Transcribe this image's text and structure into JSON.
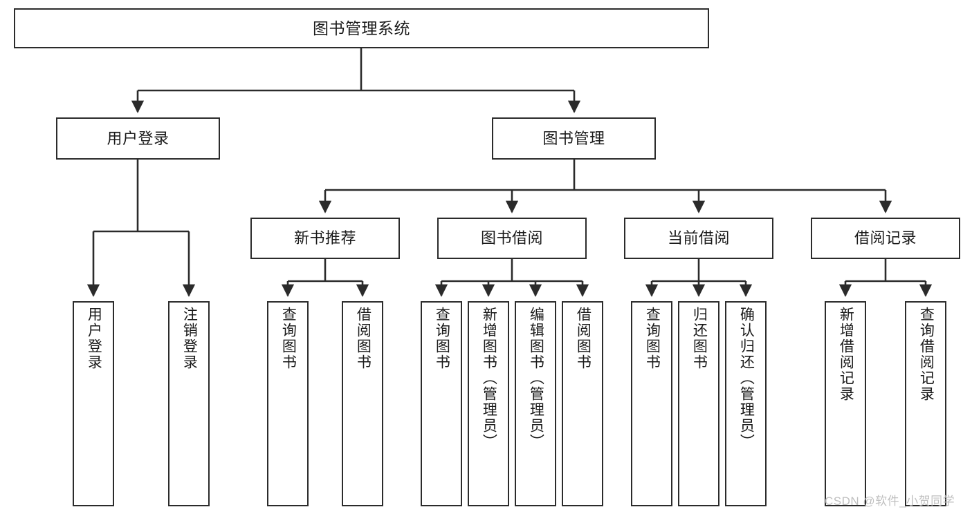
{
  "diagram": {
    "type": "tree",
    "title": "图书管理系统",
    "theme": {
      "background": "#ffffff",
      "node_fill": "#ffffff",
      "node_stroke": "#2b2b2b",
      "edge_stroke": "#2b2b2b",
      "text_color": "#1a1a1a",
      "watermark_color": "#bfbfbf"
    },
    "root": {
      "id": "root",
      "label": "图书管理系统"
    },
    "level2": [
      {
        "id": "user-login",
        "label": "用户登录"
      },
      {
        "id": "book-manage",
        "label": "图书管理"
      }
    ],
    "level3": [
      {
        "id": "new-book-recommend",
        "label": "新书推荐"
      },
      {
        "id": "book-borrow",
        "label": "图书借阅"
      },
      {
        "id": "current-borrow",
        "label": "当前借阅"
      },
      {
        "id": "borrow-record",
        "label": "借阅记录"
      }
    ],
    "leaves": {
      "user_login": [
        {
          "id": "leaf-user-login",
          "label": "用户登录"
        },
        {
          "id": "leaf-logout",
          "label": "注销登录"
        }
      ],
      "new_book_recommend": [
        {
          "id": "leaf-query-book-1",
          "label": "查询图书"
        },
        {
          "id": "leaf-borrow-book-1",
          "label": "借阅图书"
        }
      ],
      "book_borrow": [
        {
          "id": "leaf-query-book-2",
          "label": "查询图书"
        },
        {
          "id": "leaf-add-book",
          "label": "新增图书（管理员）"
        },
        {
          "id": "leaf-edit-book",
          "label": "编辑图书（管理员）"
        },
        {
          "id": "leaf-borrow-book-2",
          "label": "借阅图书"
        }
      ],
      "current_borrow": [
        {
          "id": "leaf-query-book-3",
          "label": "查询图书"
        },
        {
          "id": "leaf-return-book",
          "label": "归还图书"
        },
        {
          "id": "leaf-confirm-return",
          "label": "确认归还（管理员）"
        }
      ],
      "borrow_record": [
        {
          "id": "leaf-add-record",
          "label": "新增借阅记录"
        },
        {
          "id": "leaf-query-record",
          "label": "查询借阅记录"
        }
      ]
    }
  },
  "watermark": {
    "text": "CSDN @软件_小贺同学"
  }
}
